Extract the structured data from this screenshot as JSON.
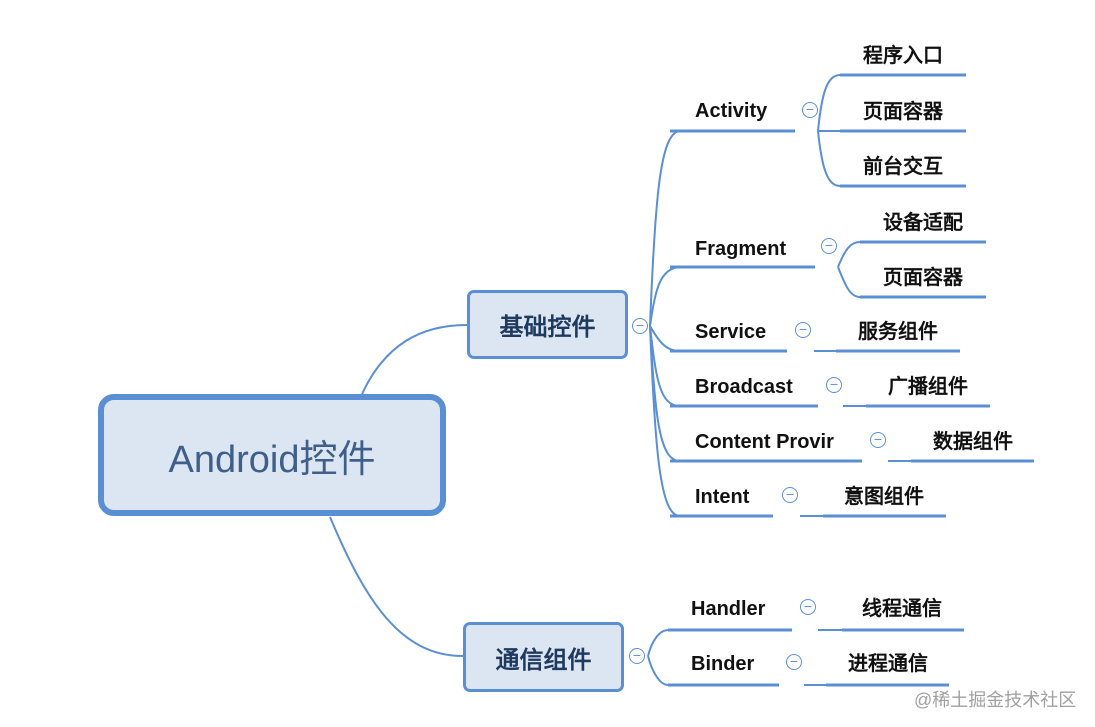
{
  "root": "Android控件",
  "groups": [
    {
      "label": "基础控件",
      "children": [
        {
          "label": "Activity",
          "leaves": [
            "程序入口",
            "页面容器",
            "前台交互"
          ]
        },
        {
          "label": "Fragment",
          "leaves": [
            "设备适配",
            "页面容器"
          ]
        },
        {
          "label": "Service",
          "leaves": [
            "服务组件"
          ]
        },
        {
          "label": "Broadcast",
          "leaves": [
            "广播组件"
          ]
        },
        {
          "label": "Content Provir",
          "leaves": [
            "数据组件"
          ]
        },
        {
          "label": "Intent",
          "leaves": [
            "意图组件"
          ]
        }
      ]
    },
    {
      "label": "通信组件",
      "children": [
        {
          "label": "Handler",
          "leaves": [
            "线程通信"
          ]
        },
        {
          "label": "Binder",
          "leaves": [
            "进程通信"
          ]
        }
      ]
    }
  ],
  "collapse_symbol": "−",
  "watermark": "@稀土掘金技术社区",
  "colors": {
    "line": "#5b8fd4",
    "node_fill": "#dce6f2",
    "text": "#111111"
  }
}
